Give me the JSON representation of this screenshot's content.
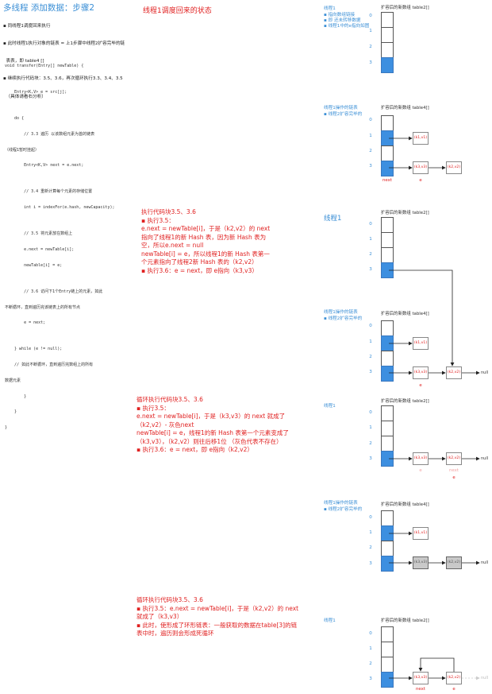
{
  "header": {
    "title": "多线程 添加数据：步骤2",
    "bullets": [
      "▪ 同线程1调度回来执行",
      "▪ 此时线程1执行对象的链表 = 上1步骤中线程2扩容完毕的链",
      "  表表，即 table4 []",
      "▪ 继续执行代码块：3.5、3.6，再次循环执行3.3、3.4、3.5",
      "  （具体请看右分析）"
    ]
  },
  "code": [
    "void transfer(Entry[] newTable) {",
    "",
    "    Entry<K,V> e = src[j];",
    "",
    "    do {",
    "        // 3.3 遍历 以该数组元素为首的链表",
    "（线程1暂时挂起）",
    "        Entry<K,V> next = e.next;",
    "",
    "        // 3.4 重新计算每个元素的存储位置",
    "        int i = indexFor(e.hash, newCapacity);",
    "",
    "        // 3.5 将元素放在数组上",
    "        e.next = newTable[i];",
    "        newTable[i] = e;",
    "",
    "        // 3.6 访问下1个Entry链上的元素，如此",
    "不断循环，直到遍历完该链表上的所有节点",
    "        e = next;",
    "",
    "    } while (e != null);",
    "    // 如此不断循环，直到遍历完数组上的所有",
    "数据元素",
    "        }",
    "    }",
    "}"
  ],
  "sections": {
    "s1_title": "线程1调度回来的状态",
    "s2_text": "执行代码块3.5、3.6\n▪ 执行3.5：\ne.next = newTable[i]，于是（k2,v2）的 next\n指向了线程1的新 Hash 表，因为新 Hash 表为\n空，所以e.next = null\nnewTable[i] = e，所以线程1的新 Hash 表第一\n个元素指向了线程2新 Hash 表的（k2,v2）\n▪ 执行3.6：e = next，即 e指向（k3,v3）",
    "s3_text": "循环执行代码块3.5、3.6\n▪ 执行3.5：\ne.next = newTable[i]，于是（k3,v3）的 next 就成了\n（k2,v2）- 灰色next\nnewTable[i] = e，线程1的新 Hash 表第一个元素变成了\n（k3,v3），（k2,v2）则往后移1位 （灰色代表不存在）\n▪ 执行3.6：e = next，即 e指向（k2,v2）",
    "s4_text": "循环执行代码块3.5、3.6\n▪ 执行3.5：e.next = newTable[i]，于是（k2,v2）的 next\n就成了（k3,v3）\n▪ 此时，使形成了环形链表：一般获取的数据在table[3]的链\n表中时，遍历则会形成死循环"
  },
  "panels": {
    "thread1_label": "线程1",
    "thread1_notes": "▪ 指向数组链接\n▪ 即 还未转移数据\n▪ 线程1中的e指向如图",
    "thread2_label": "线程1操作的链表",
    "thread2_notes": "▪ 线程2扩容完毕的",
    "table2_caption": "扩容后的新数组 table2[]",
    "table4_caption": "扩容后的新数组 table4[]",
    "indices": [
      "0",
      "1",
      "2",
      "3"
    ],
    "k1": "(k1,v1)",
    "k2": "(k2,v2)",
    "k3": "(k3,v3)",
    "null": "null",
    "next": "next",
    "e": "e"
  }
}
